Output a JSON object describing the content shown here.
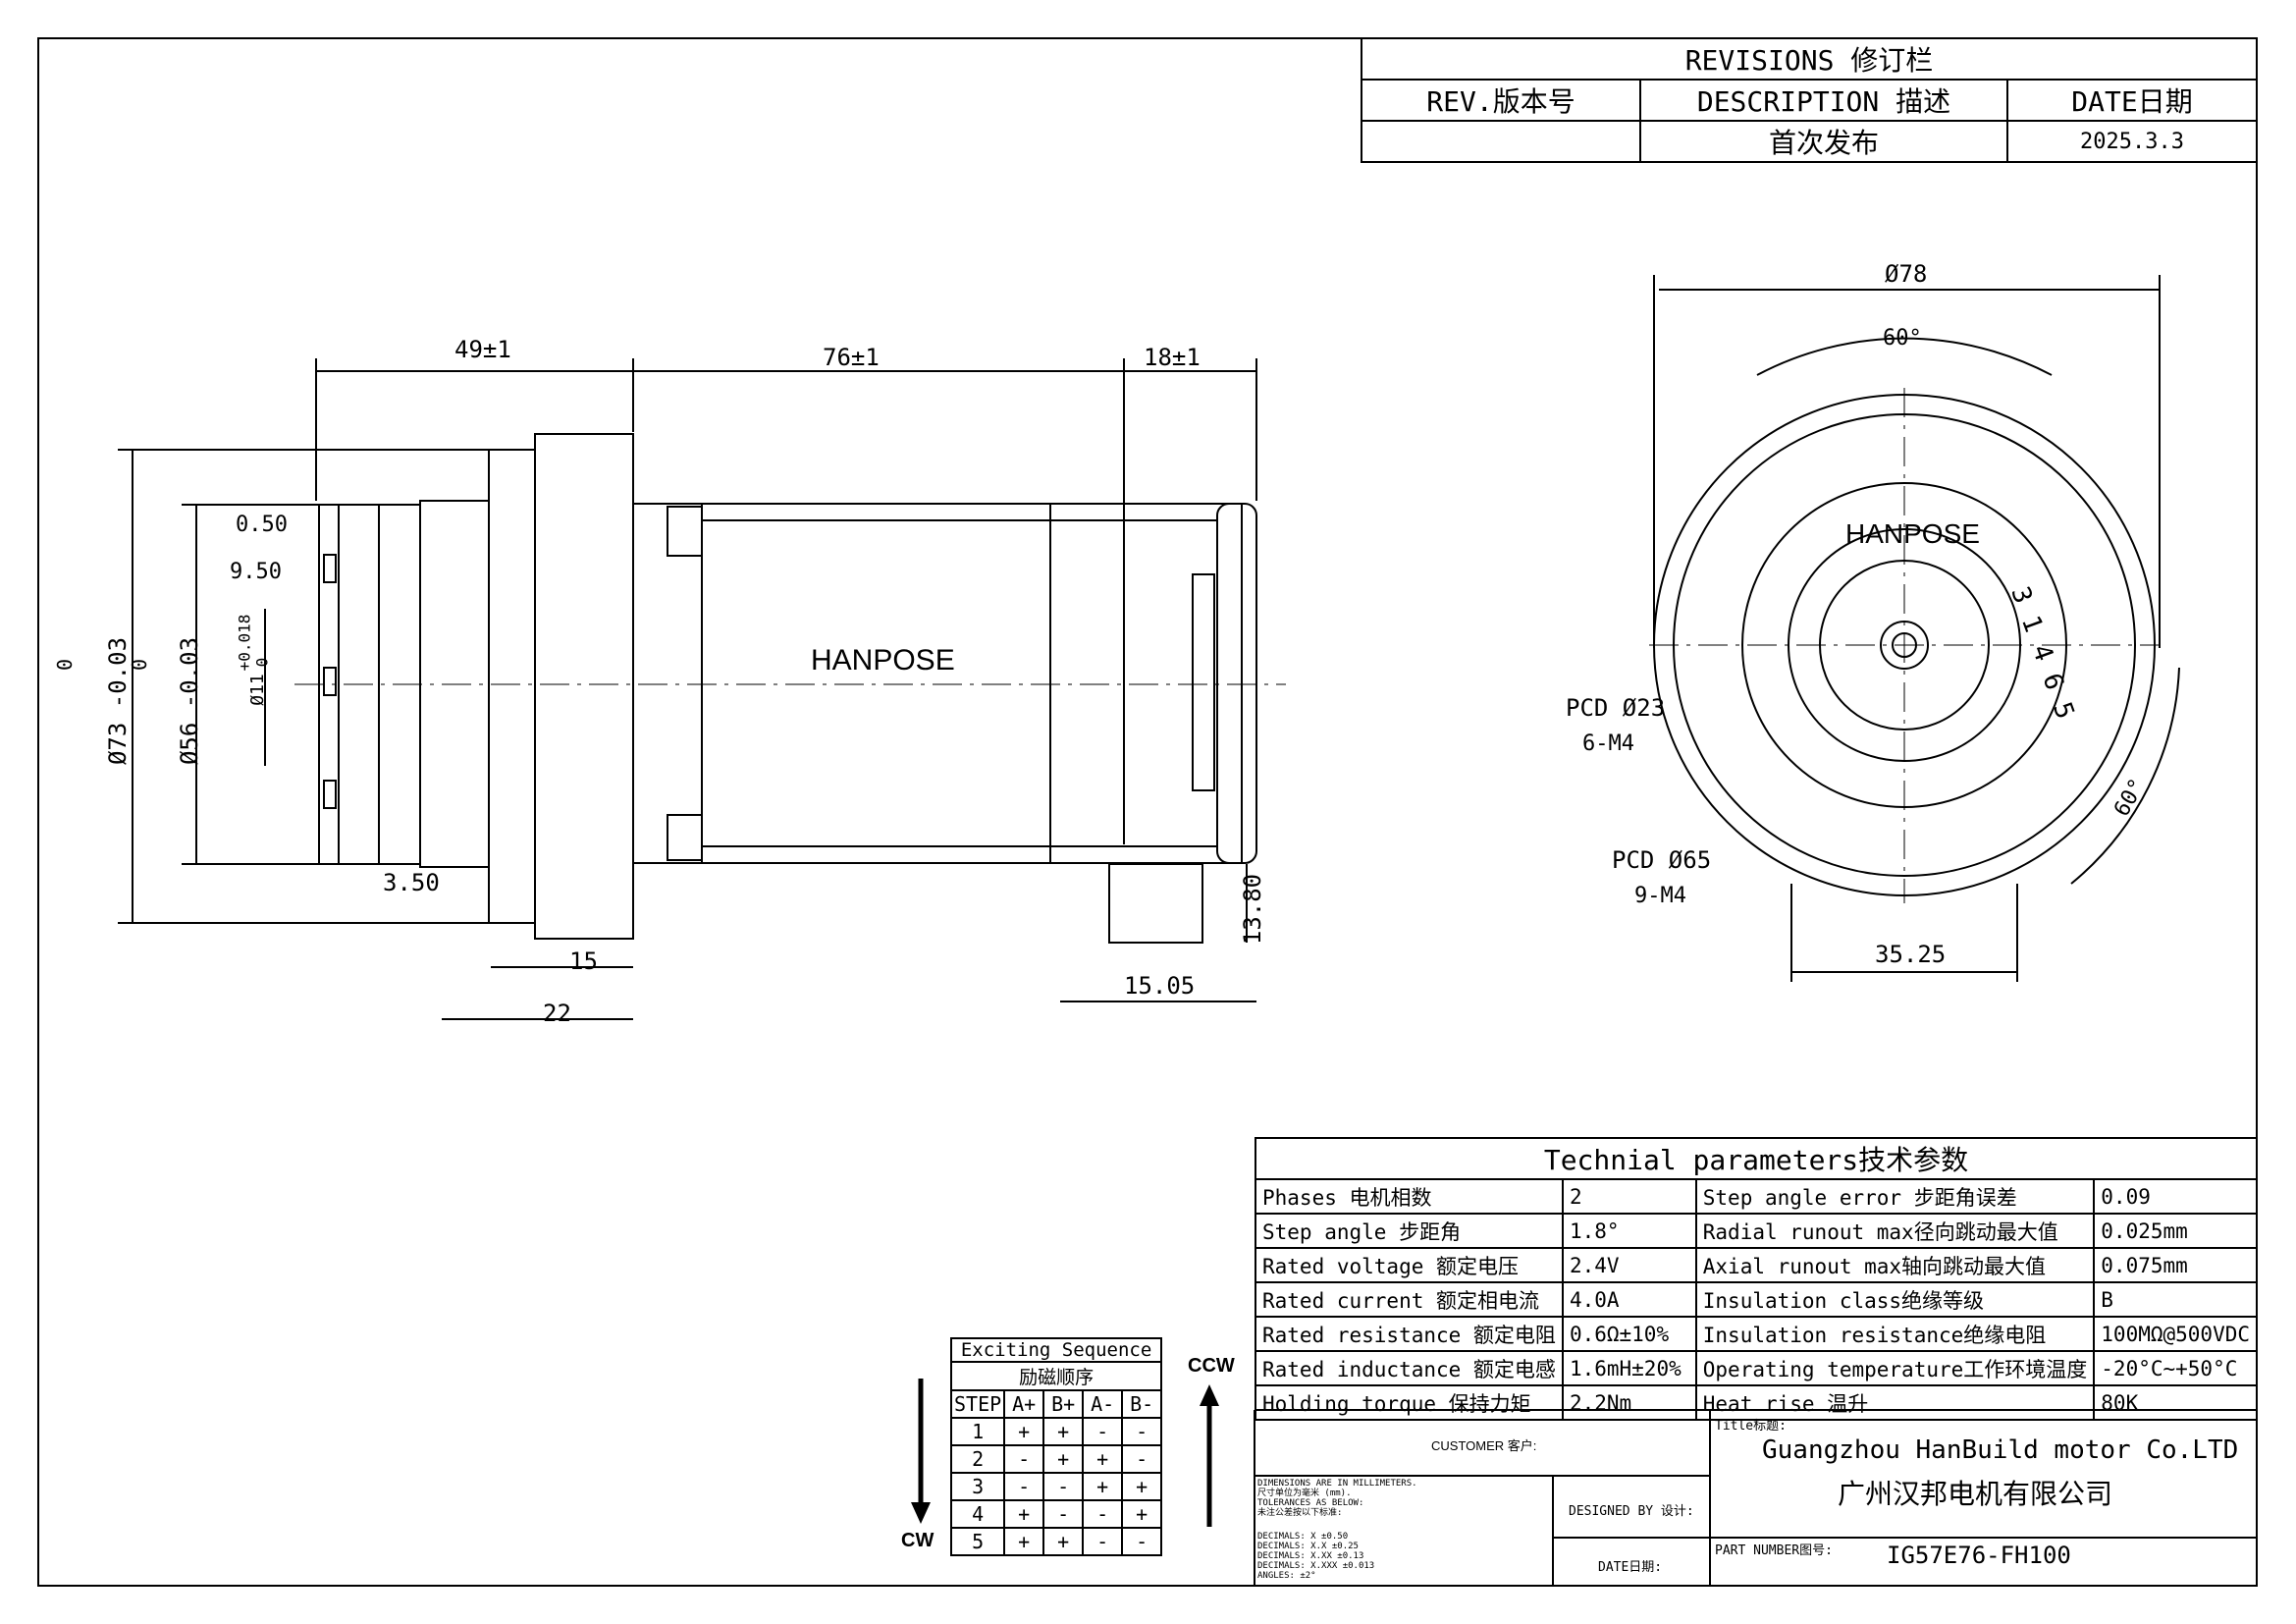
{
  "revisions": {
    "title": "REVISIONS 修订栏",
    "headers": [
      "REV.版本号",
      "DESCRIPTION 描述",
      "DATE日期"
    ],
    "rows": [
      [
        "",
        "首次发布",
        "2025.3.3"
      ]
    ]
  },
  "side_view": {
    "brand": "HANPOSE",
    "dim_top": [
      "49±1",
      "76±1",
      "18±1"
    ],
    "dim_left": [
      "0.50",
      "9.50",
      "Ø11",
      "+0.018",
      "0",
      "Ø73 -0.03",
      "0",
      "Ø56 -0.03",
      "0"
    ],
    "dim_bottom": [
      "3.50",
      "15",
      "22",
      "15.05",
      "13.80"
    ]
  },
  "front_view": {
    "brand": "HANPOSE",
    "dims": [
      "Ø78",
      "60°",
      "60°",
      "PCD Ø23",
      "6-M4",
      "PCD Ø65",
      "9-M4",
      "35.25"
    ],
    "connector_pins": "3 1 4 6 5"
  },
  "params": {
    "title": "Technial parameters技术参数",
    "rows": [
      [
        "Phases 电机相数",
        "2",
        "Step angle error 步距角误差",
        "0.09"
      ],
      [
        "Step angle 步距角",
        "1.8°",
        "Radial runout max径向跳动最大值",
        "0.025mm"
      ],
      [
        "Rated voltage 额定电压",
        "2.4V",
        "Axial runout max轴向跳动最大值",
        "0.075mm"
      ],
      [
        "Rated current 额定相电流",
        "4.0A",
        "Insulation class绝缘等级",
        "B"
      ],
      [
        "Rated resistance 额定电阻",
        "0.6Ω±10%",
        "Insulation resistance绝缘电阻",
        "100MΩ@500VDC"
      ],
      [
        "Rated inductance 额定电感",
        "1.6mH±20%",
        "Operating temperature工作环境温度",
        "-20°C~+50°C"
      ],
      [
        "Holding torque 保持力矩",
        "2.2Nm",
        "Heat rise 温升",
        "80K"
      ]
    ]
  },
  "sequence": {
    "title": "Exciting Sequence",
    "subtitle": "励磁顺序",
    "headers": [
      "STEP",
      "A+",
      "B+",
      "A-",
      "B-"
    ],
    "rows": [
      [
        "1",
        "+",
        "+",
        "-",
        "-"
      ],
      [
        "2",
        "-",
        "+",
        "+",
        "-"
      ],
      [
        "3",
        "-",
        "-",
        "+",
        "+"
      ],
      [
        "4",
        "+",
        "-",
        "-",
        "+"
      ],
      [
        "5",
        "+",
        "+",
        "-",
        "-"
      ]
    ],
    "cw": "CW",
    "ccw": "CCW"
  },
  "title_block": {
    "customer": "CUSTOMER 客户:",
    "title_label": "Title标题:",
    "company_en": "Guangzhou HanBuild motor Co.LTD",
    "company_cn": "广州汉邦电机有限公司",
    "designed_by": "DESIGNED BY 设计:",
    "date_label": "DATE日期:",
    "part_label": "PART NUMBER图号:",
    "part_number": "IG57E76-FH100",
    "notes": [
      "DIMENSIONS ARE IN MILLIMETERS.",
      "尺寸单位为毫米 (mm).",
      "TOLERANCES AS BELOW:",
      "未注公差按以下标准:",
      "DECIMALS: X     ±0.50",
      "DECIMALS: X.X   ±0.25",
      "DECIMALS: X.XX  ±0.13",
      "DECIMALS: X.XXX ±0.013",
      "ANGLES:  ±2°"
    ]
  }
}
